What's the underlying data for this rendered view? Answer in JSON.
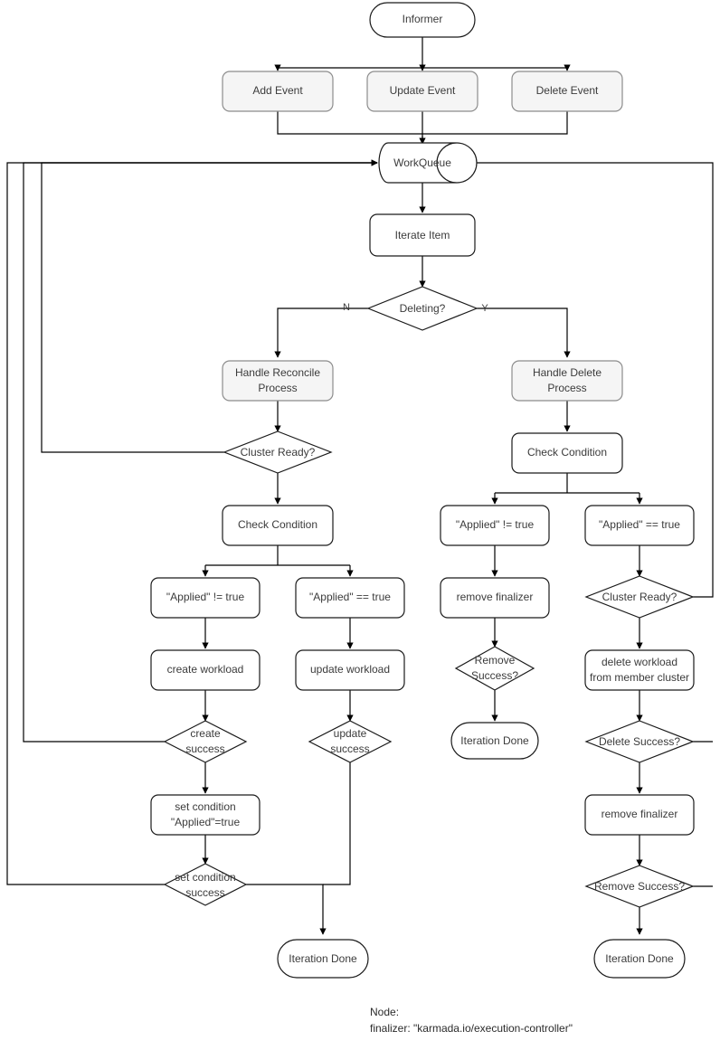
{
  "diagram": {
    "title": "karmada execution-controller reconcile flowchart",
    "colors": {
      "stroke": "#1a1a1a",
      "edge": "#000000",
      "text": "#3b3b3b",
      "fill_plain": "#ffffff",
      "fill_gray": "#f5f5f5",
      "stroke_gray": "#8c8c8c",
      "background": "#ffffff"
    },
    "nodes": {
      "informer": "Informer",
      "add_event": "Add Event",
      "update_event": "Update Event",
      "delete_event": "Delete Event",
      "work_queue": "WorkQueue",
      "iterate_item": "Iterate Item",
      "deleting": "Deleting?",
      "handle_reconcile_1": "Handle Reconcile",
      "handle_reconcile_2": "Process",
      "handle_delete_1": "Handle Delete",
      "handle_delete_2": "Process",
      "cluster_ready_left": "Cluster Ready?",
      "check_condition_left": "Check Condition",
      "check_condition_right": "Check Condition",
      "applied_ne_left": "\"Applied\" != true",
      "applied_eq_left": "\"Applied\" == true",
      "applied_ne_right": "\"Applied\" != true",
      "applied_eq_right": "\"Applied\" == true",
      "create_workload": "create workload",
      "update_workload": "update workload",
      "create_success_1": "create",
      "create_success_2": "success",
      "update_success_1": "update",
      "update_success_2": "success",
      "set_condition_1": "set  condition",
      "set_condition_2": "\"Applied\"=true",
      "set_condition_success_1": "set condition",
      "set_condition_success_2": "success",
      "remove_finalizer_mid": "remove finalizer",
      "remove_success_mid_1": "Remove",
      "remove_success_mid_2": "Success?",
      "iteration_done_mid": "Iteration Done",
      "iteration_done_left": "Iteration Done",
      "iteration_done_right": "Iteration Done",
      "cluster_ready_right": "Cluster Ready?",
      "delete_workload_1": "delete workload",
      "delete_workload_2": "from member cluster",
      "delete_success": "Delete Success?",
      "remove_finalizer_right": "remove finalizer",
      "remove_success_right": "Remove Success?"
    },
    "edge_labels": {
      "deleting_no": "N",
      "deleting_yes": "Y"
    },
    "note": {
      "line1": "Node:",
      "line2": "finalizer: \"karmada.io/execution-controller\""
    }
  }
}
